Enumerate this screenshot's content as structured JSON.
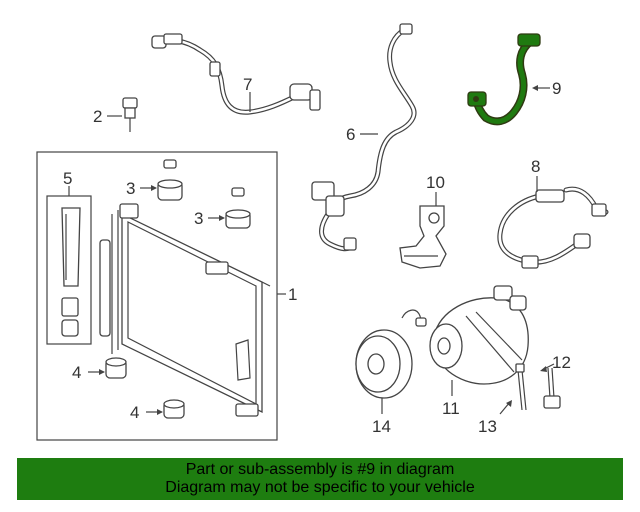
{
  "diagram": {
    "callouts": {
      "c1": "1",
      "c2": "2",
      "c3a": "3",
      "c3b": "3",
      "c4a": "4",
      "c4b": "4",
      "c5": "5",
      "c6": "6",
      "c7": "7",
      "c8": "8",
      "c9": "9",
      "c10": "10",
      "c11": "11",
      "c12": "12",
      "c13": "13",
      "c14": "14"
    },
    "highlight_color": "#1f7a10"
  },
  "banner": {
    "line1": "Part or sub-assembly is #9 in diagram",
    "line2": "Diagram may not be specific to your vehicle",
    "background": "#1e7d10"
  }
}
